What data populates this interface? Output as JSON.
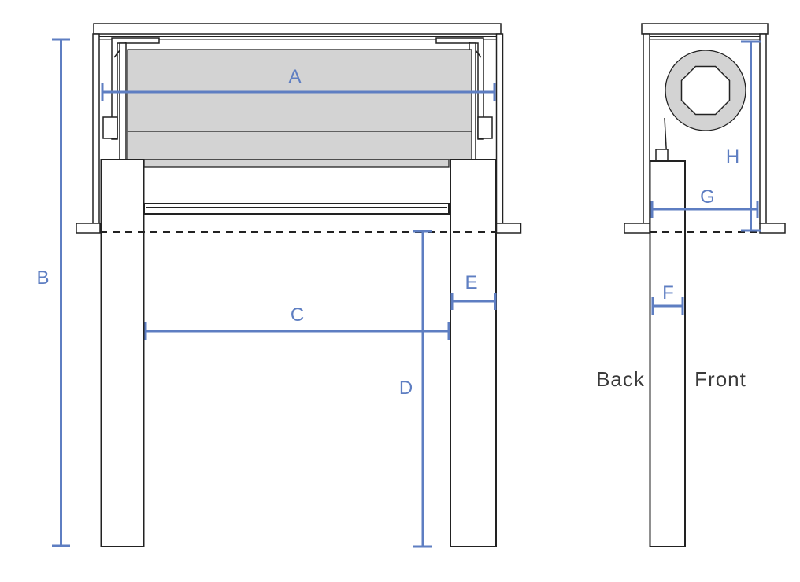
{
  "drawing": {
    "front_view": {
      "dimensions": {
        "a": "A",
        "b": "B",
        "c": "C",
        "d": "D",
        "e": "E"
      }
    },
    "side_view": {
      "dimensions": {
        "f": "F",
        "g": "G",
        "h": "H"
      },
      "annotations": {
        "back": "Back",
        "front": "Front"
      }
    }
  },
  "colors": {
    "dimension_blue": "#5e7ec2",
    "fill_gray": "#d3d3d3",
    "hatch_gray": "#acacac",
    "line_dark": "#222222",
    "text_dark": "#3a3a3a",
    "background": "#ffffff"
  }
}
